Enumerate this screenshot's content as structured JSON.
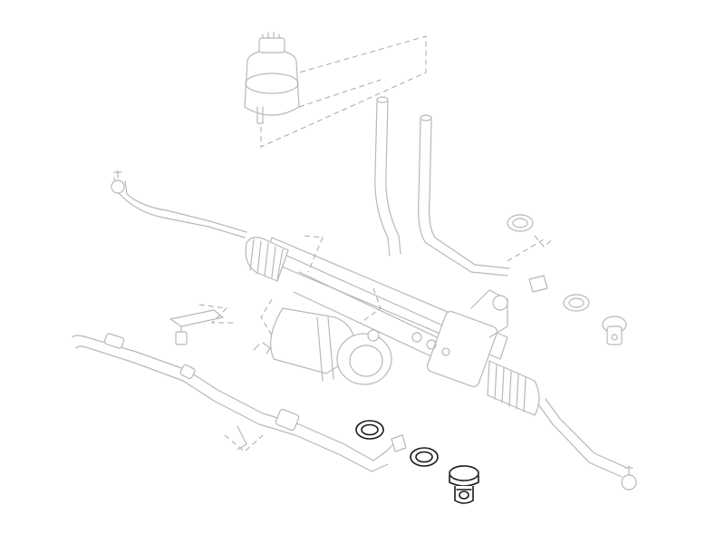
{
  "diagram": {
    "colors": {
      "background": "#ffffff",
      "context_parts": "#b8b8b8",
      "highlighted_parts": "#1a1a1a",
      "leader_lines": "#a8a8a8"
    },
    "highlighted_parts": [
      "sealing-ring-upper",
      "sealing-ring-lower",
      "hollow-banjo-bolt"
    ]
  }
}
